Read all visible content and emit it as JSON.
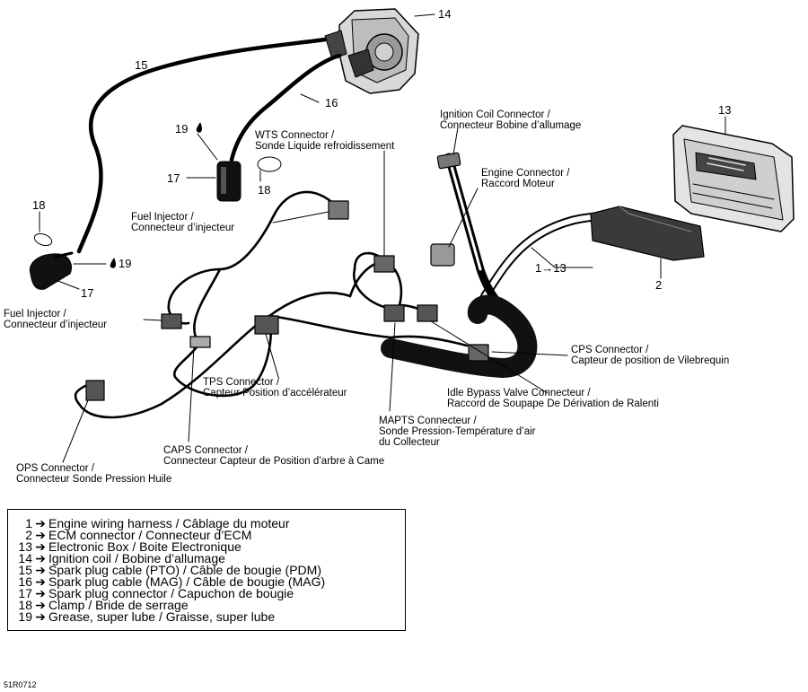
{
  "callouts": {
    "n14": "14",
    "n15": "15",
    "n16": "16",
    "n19a": "19",
    "n17a": "17",
    "n18a": "18",
    "n18b": "18",
    "n19b": "19",
    "n17b": "17",
    "n13": "13",
    "n1to13": "1→13",
    "n2": "2"
  },
  "labels": {
    "wts_en": "WTS Connector /",
    "wts_fr": "Sonde Liquide refroidissement",
    "ign_en": "Ignition Coil Connector /",
    "ign_fr": "Connecteur Bobine d’allumage",
    "eng_en": "Engine Connector /",
    "eng_fr": "Raccord Moteur",
    "fi1_en": "Fuel Injector /",
    "fi1_fr": "Connecteur d’injecteur",
    "fi2_en": "Fuel Injector /",
    "fi2_fr": "Connecteur d’injecteur",
    "cps_en": "CPS Connector /",
    "cps_fr": "Capteur de position de Vilebrequin",
    "tps_en": "TPS Connector /",
    "tps_fr": "Capteur Position d’accélérateur",
    "iba_en": "Idle Bypass Valve Connecteur /",
    "iba_fr": "Raccord de Soupape De Dérivation de Ralenti",
    "map_en": "MAPTS Connecteur /",
    "map_fr1": "Sonde Pression-Température d’air",
    "map_fr2": "du Collecteur",
    "caps_en": "CAPS Connector /",
    "caps_fr": "Connecteur Capteur de Position d’arbre à Came",
    "ops_en": "OPS Connector /",
    "ops_fr": "Connecteur Sonde Pression Huile"
  },
  "legend": [
    {
      "num": "1",
      "text": "Engine wiring harness / Câblage du moteur"
    },
    {
      "num": "2",
      "text": "ECM connector / Connecteur d’ECM"
    },
    {
      "num": "13",
      "text": "Electronic Box / Boite Electronique"
    },
    {
      "num": "14",
      "text": "Ignition coil / Bobine d’allumage"
    },
    {
      "num": "15",
      "text": "Spark plug cable (PTO) / Câble de bougie (PDM)"
    },
    {
      "num": "16",
      "text": "Spark plug cable (MAG) / Câble de bougie (MAG)"
    },
    {
      "num": "17",
      "text": "Spark plug connector / Capuchon de bougie"
    },
    {
      "num": "18",
      "text": "Clamp / Bride de serrage"
    },
    {
      "num": "19",
      "text": "Grease, super lube / Graisse, super lube"
    }
  ],
  "legend_arrow": "➔",
  "diagram_code": "51R0712"
}
